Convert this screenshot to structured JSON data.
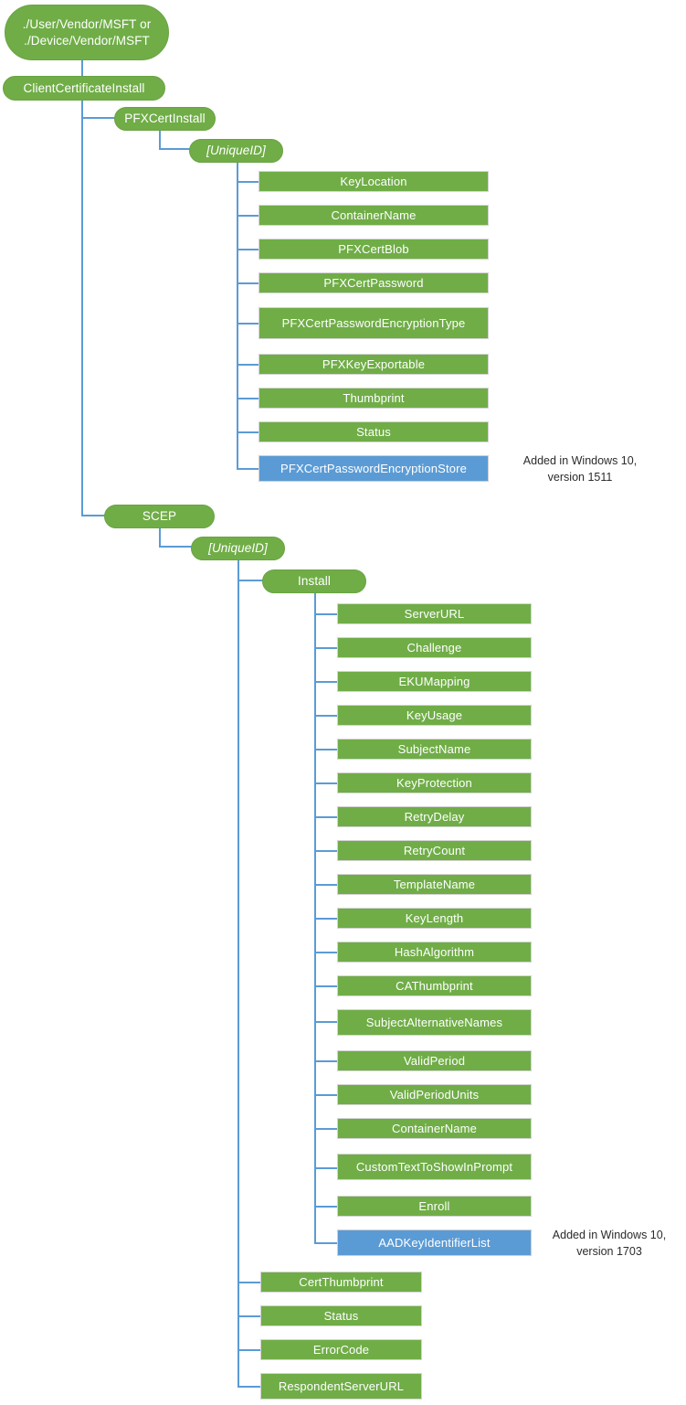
{
  "diagram": {
    "title": "ClientCertificateInstall CSP node tree",
    "colors": {
      "node_green": "#70AD47",
      "node_blue": "#5B9BD5",
      "connector": "#5B9BD5",
      "node_text": "#FFFFFF",
      "note_text": "#2B2B2B",
      "background": "#FFFFFF"
    },
    "root": {
      "label": "./User/Vendor/MSFT or\n./Device/Vendor/MSFT"
    },
    "client_certificate_install": {
      "label": "ClientCertificateInstall"
    },
    "pfx": {
      "branch_label": "PFXCertInstall",
      "unique_id_label": "[UniqueID]",
      "leaves": [
        {
          "label": "KeyLocation",
          "color": "green"
        },
        {
          "label": "ContainerName",
          "color": "green"
        },
        {
          "label": "PFXCertBlob",
          "color": "green"
        },
        {
          "label": "PFXCertPassword",
          "color": "green"
        },
        {
          "label": "PFXCertPasswordEncryptionType",
          "color": "green"
        },
        {
          "label": "PFXKeyExportable",
          "color": "green"
        },
        {
          "label": "Thumbprint",
          "color": "green"
        },
        {
          "label": "Status",
          "color": "green"
        },
        {
          "label": "PFXCertPasswordEncryptionStore",
          "color": "blue"
        }
      ],
      "note": "Added in Windows 10,\nversion 1511"
    },
    "scep": {
      "branch_label": "SCEP",
      "unique_id_label": "[UniqueID]",
      "install_label": "Install",
      "install_leaves": [
        {
          "label": "ServerURL",
          "color": "green"
        },
        {
          "label": "Challenge",
          "color": "green"
        },
        {
          "label": "EKUMapping",
          "color": "green"
        },
        {
          "label": "KeyUsage",
          "color": "green"
        },
        {
          "label": "SubjectName",
          "color": "green"
        },
        {
          "label": "KeyProtection",
          "color": "green"
        },
        {
          "label": "RetryDelay",
          "color": "green"
        },
        {
          "label": "RetryCount",
          "color": "green"
        },
        {
          "label": "TemplateName",
          "color": "green"
        },
        {
          "label": "KeyLength",
          "color": "green"
        },
        {
          "label": "HashAlgorithm",
          "color": "green"
        },
        {
          "label": "CAThumbprint",
          "color": "green"
        },
        {
          "label": "SubjectAlternativeNames",
          "color": "green"
        },
        {
          "label": "ValidPeriod",
          "color": "green"
        },
        {
          "label": "ValidPeriodUnits",
          "color": "green"
        },
        {
          "label": "ContainerName",
          "color": "green"
        },
        {
          "label": "CustomTextToShowInPrompt",
          "color": "green"
        },
        {
          "label": "Enroll",
          "color": "green"
        },
        {
          "label": "AADKeyIdentifierList",
          "color": "blue"
        }
      ],
      "install_note": "Added in Windows 10,\nversion 1703",
      "unique_id_leaves": [
        {
          "label": "CertThumbprint",
          "color": "green"
        },
        {
          "label": "Status",
          "color": "green"
        },
        {
          "label": "ErrorCode",
          "color": "green"
        },
        {
          "label": "RespondentServerURL",
          "color": "green"
        }
      ]
    }
  }
}
